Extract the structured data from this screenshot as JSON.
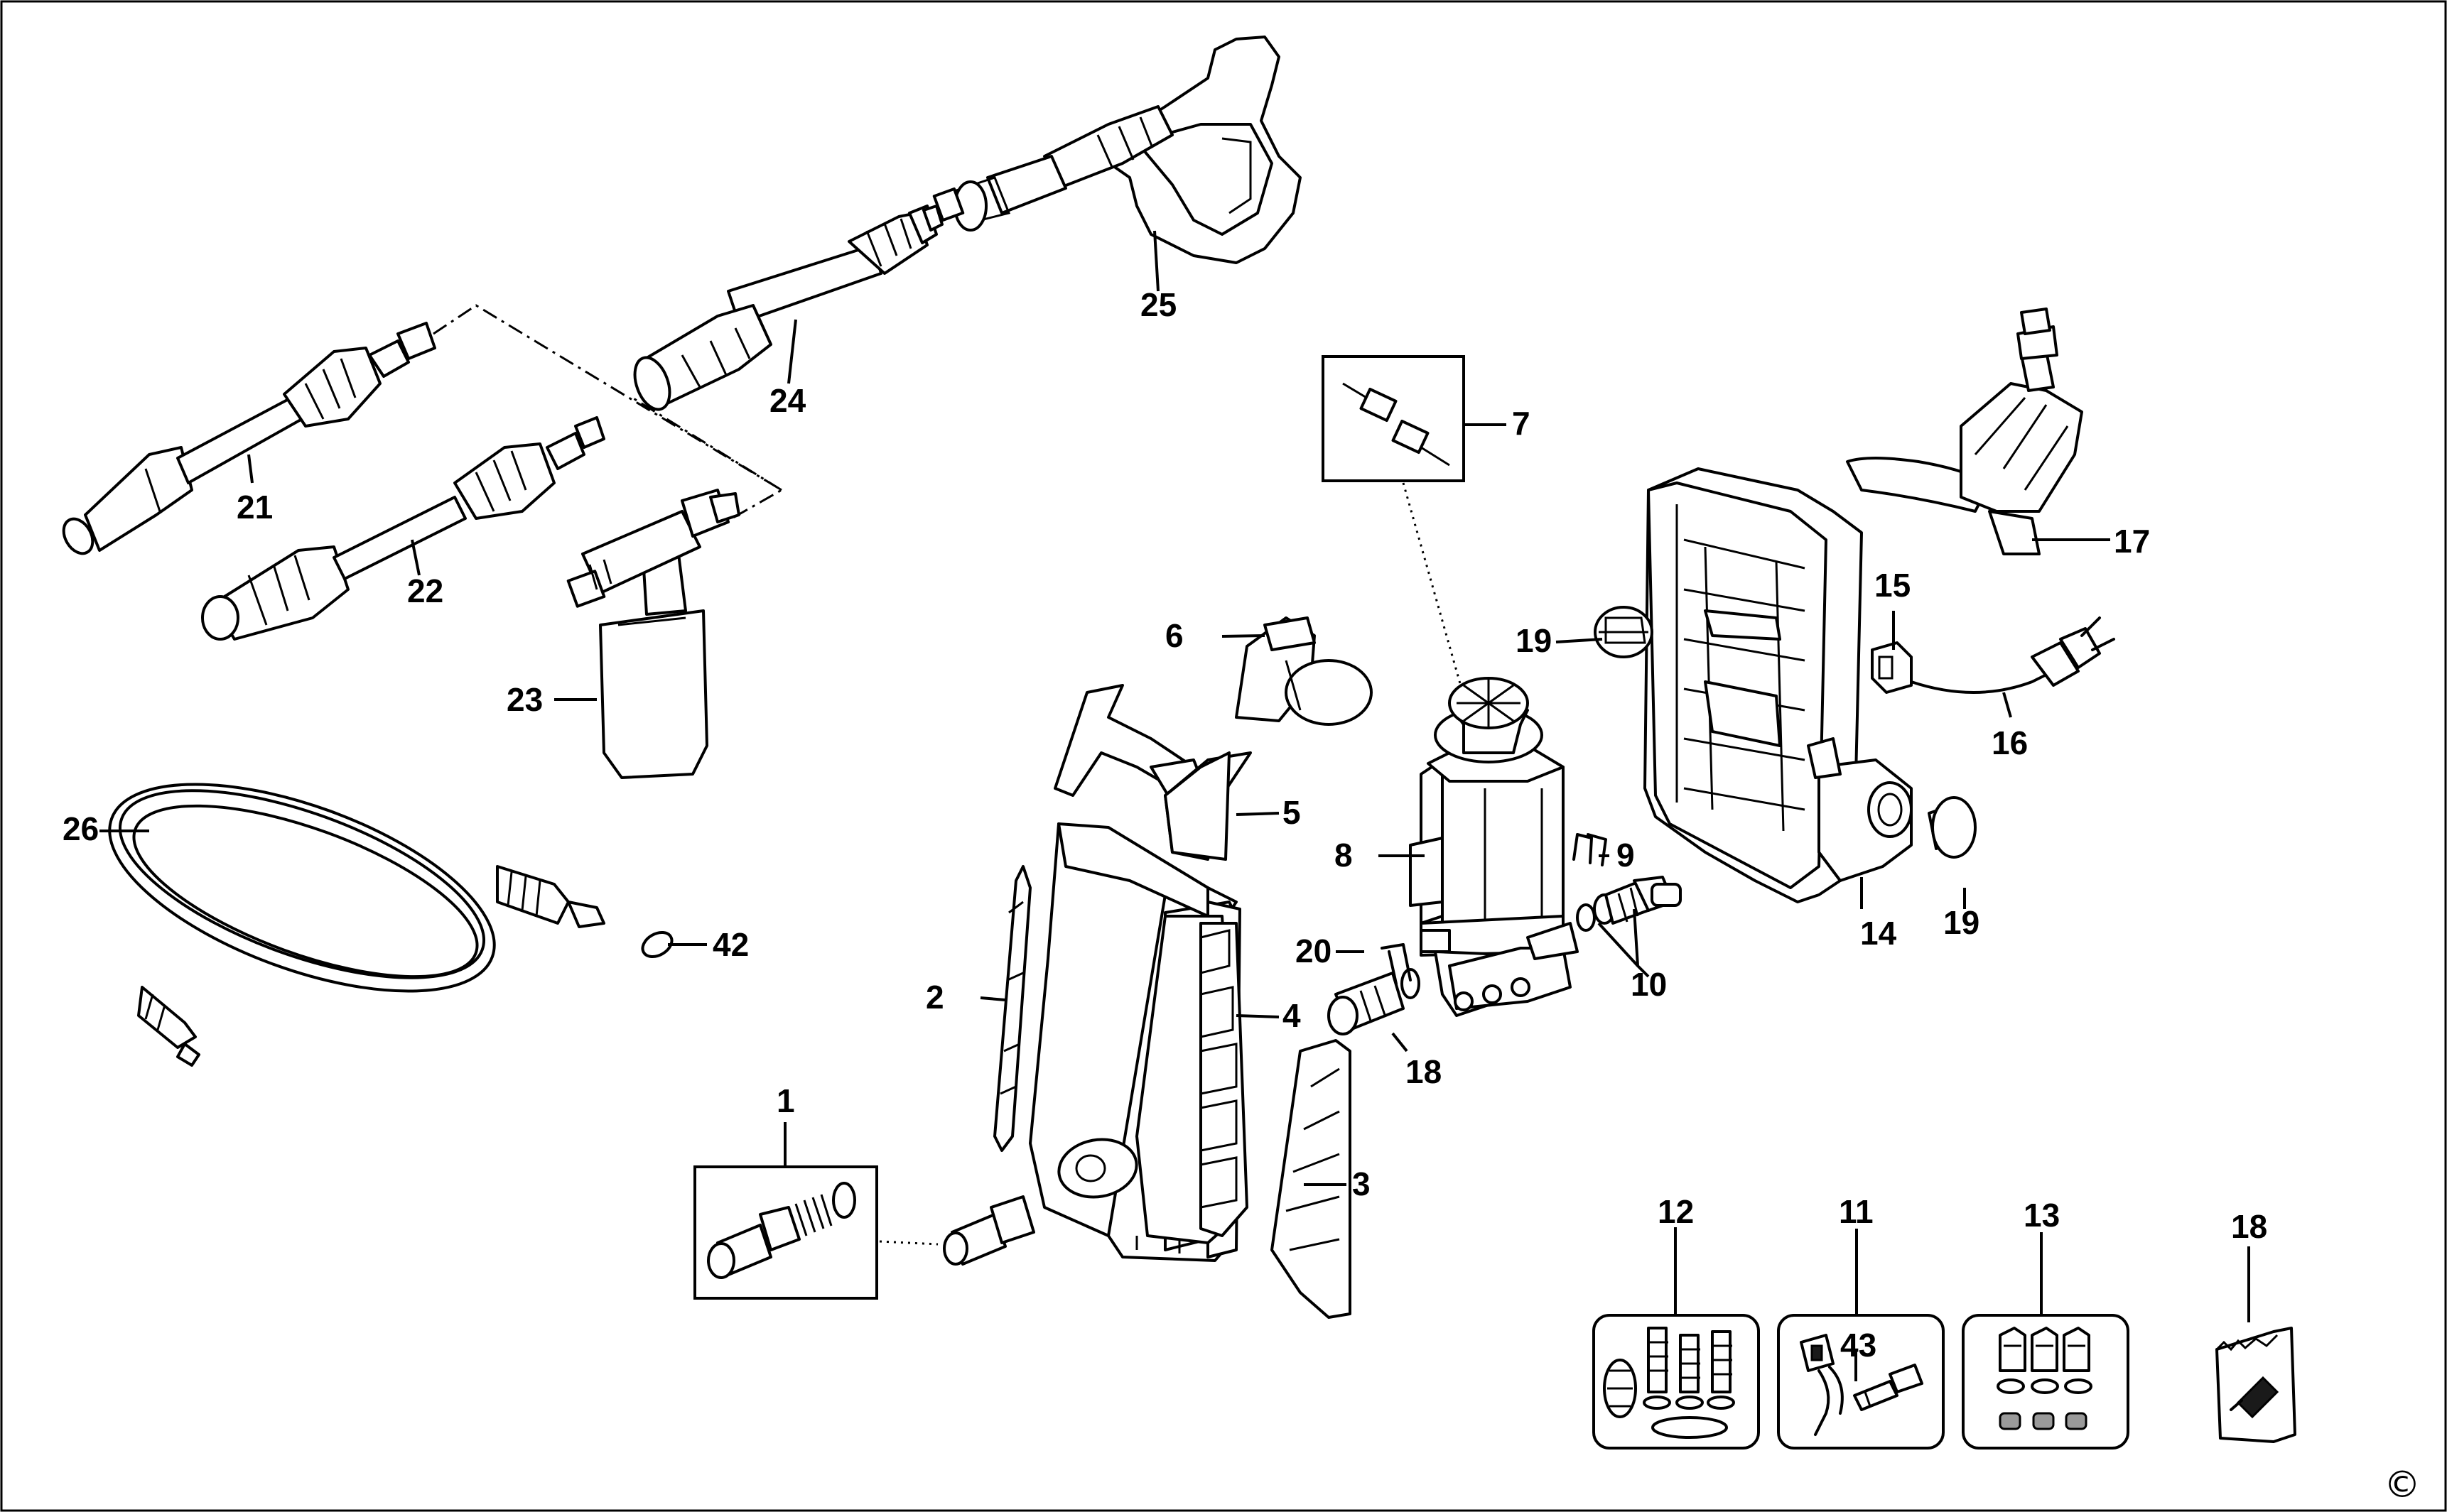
{
  "labels": {
    "l1": "1",
    "l2": "2",
    "l3": "3",
    "l4": "4",
    "l5": "5",
    "l6": "6",
    "l7": "7",
    "l8": "8",
    "l9": "9",
    "l10": "10",
    "l11": "11",
    "l12": "12",
    "l13": "13",
    "l14": "14",
    "l15": "15",
    "l16": "16",
    "l17": "17",
    "l18a": "18",
    "l18b": "18",
    "l19a": "19",
    "l19b": "19",
    "l20": "20",
    "l21": "21",
    "l22": "22",
    "l23": "23",
    "l24": "24",
    "l25": "25",
    "l26": "26",
    "l42": "42",
    "l43": "43"
  },
  "copyright": "©"
}
